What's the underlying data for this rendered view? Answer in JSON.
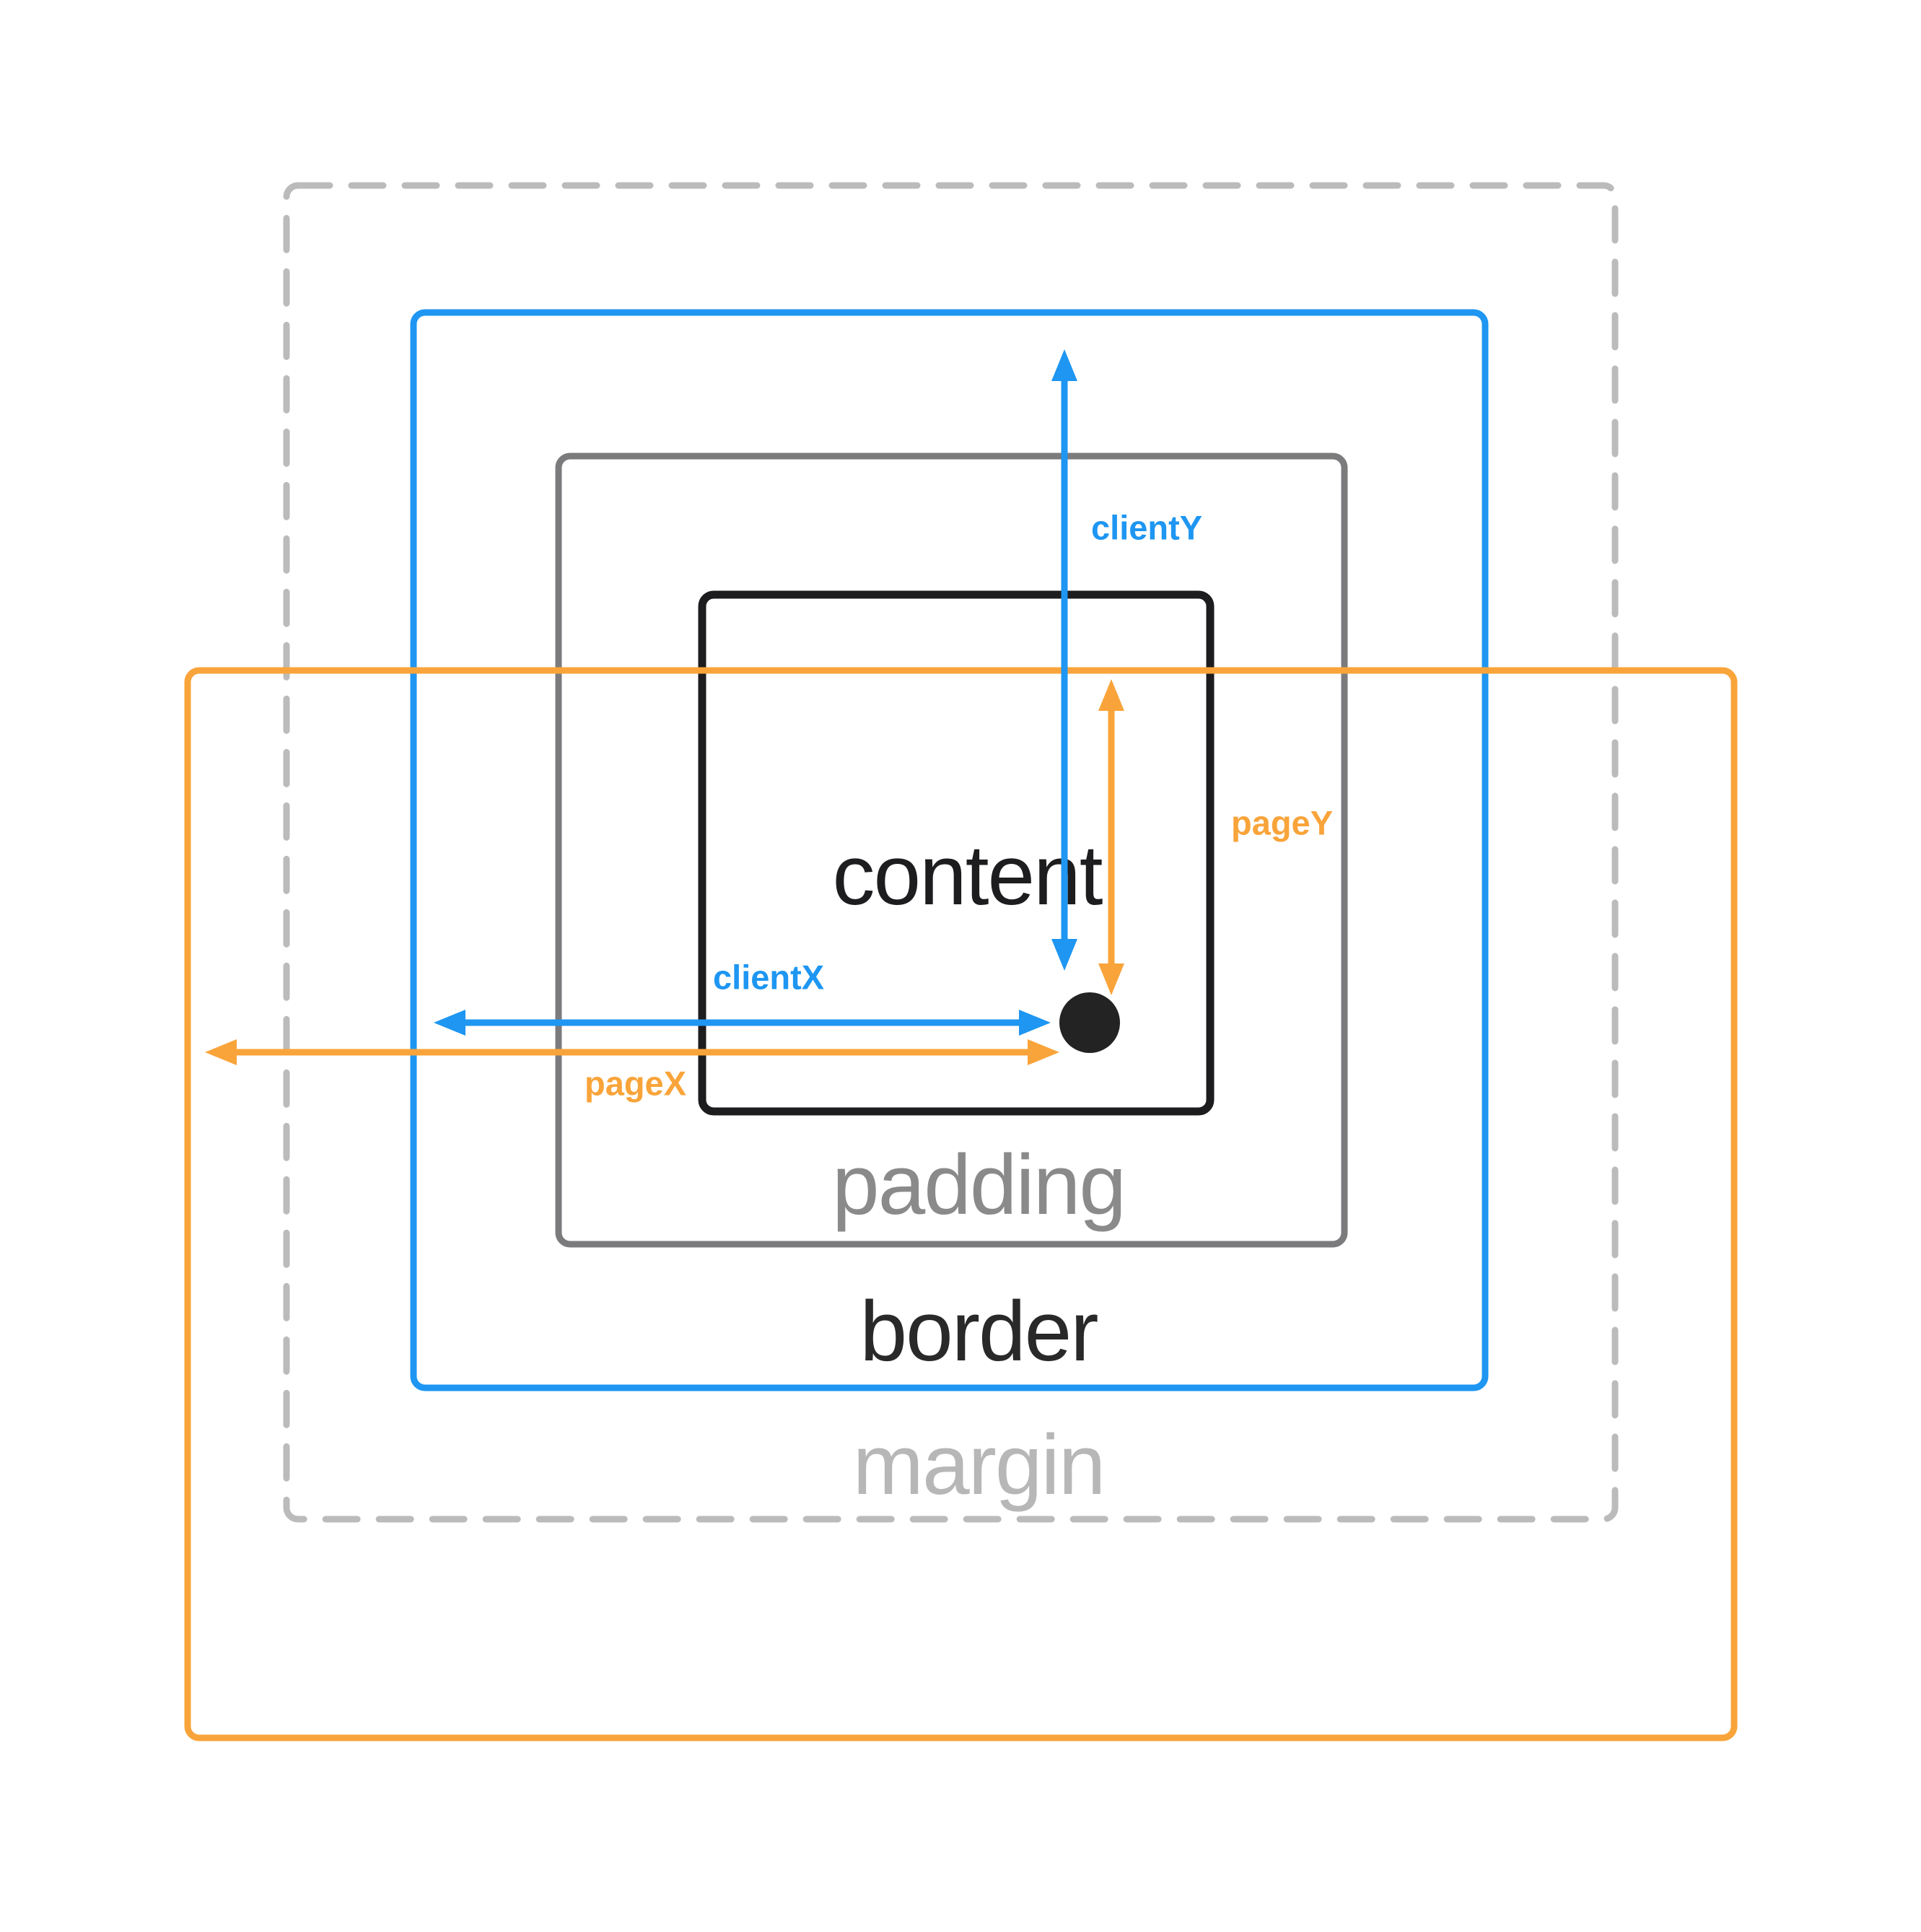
{
  "diagram": {
    "background": "#ffffff",
    "box_labels": {
      "content": "content",
      "padding": "padding",
      "border": "border",
      "margin": "margin"
    },
    "coordinate_labels": {
      "clientX": "clientX",
      "clientY": "clientY",
      "pageX": "pageX",
      "pageY": "pageY"
    },
    "colors": {
      "client_accent": "#1E96F2",
      "page_accent": "#F9A43A",
      "margin_stroke": "#BBBBBB",
      "padding_stroke": "#7B7B7E",
      "content_stroke": "#1D1D1F",
      "content_label": "#1D1D1F",
      "border_label": "#292929",
      "padding_label": "#8A8A8A",
      "margin_label": "#B7B7B7",
      "point_dot": "#232323"
    }
  }
}
